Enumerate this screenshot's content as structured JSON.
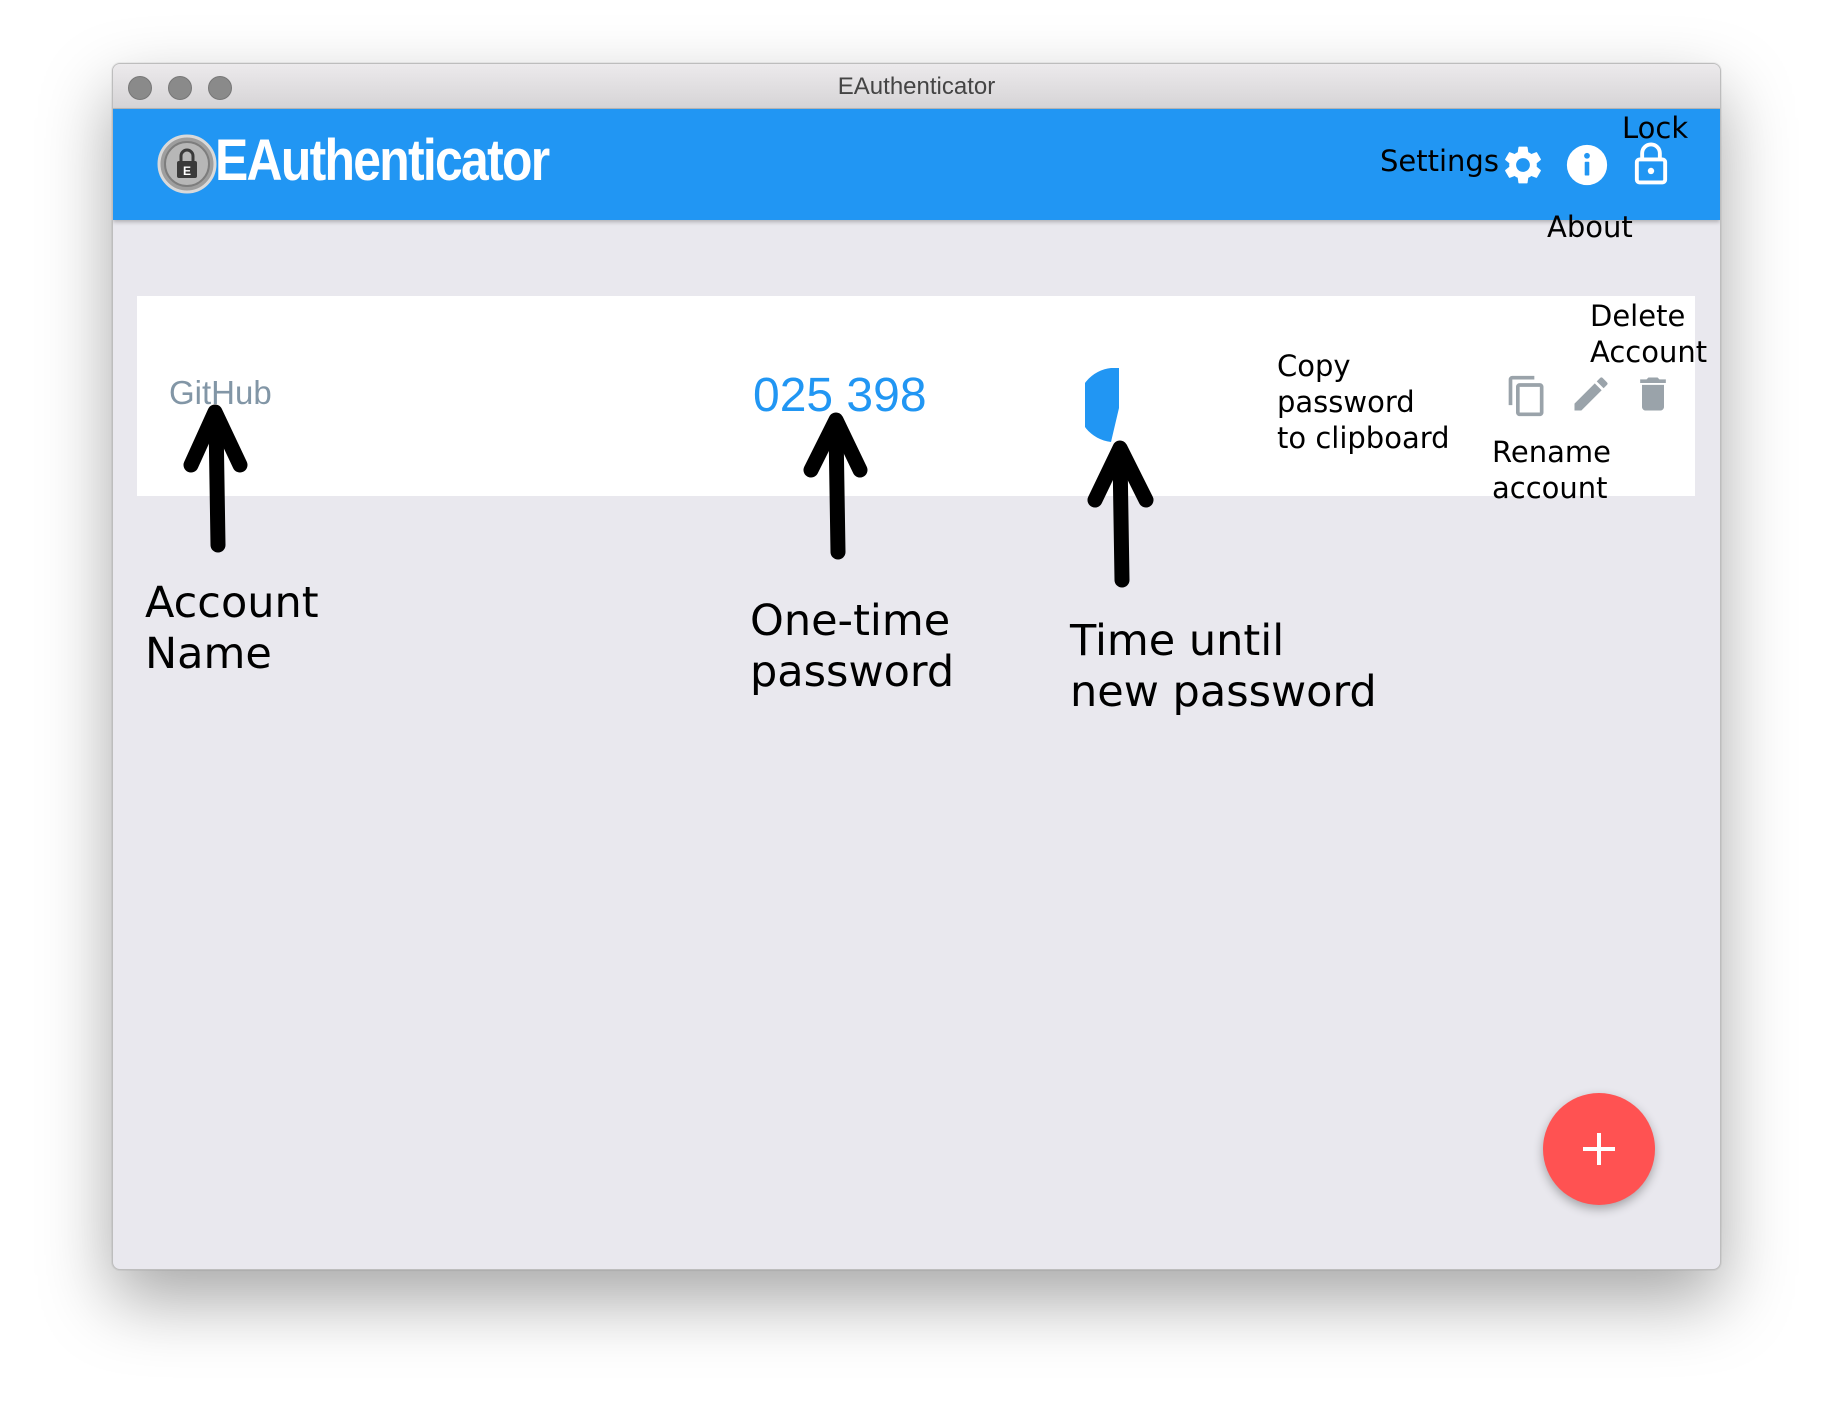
{
  "window": {
    "title": "EAuthenticator"
  },
  "header": {
    "brand": "EAuthenticator",
    "icons": {
      "logo": "lock-badge-icon",
      "settings": "gear-icon",
      "about": "info-icon",
      "lock": "lock-icon"
    },
    "accent": "#2196f3"
  },
  "account": {
    "name": "GitHub",
    "otp": "025 398",
    "timer_remaining_fraction": 0.5,
    "icons": {
      "copy": "copy-icon",
      "rename": "pencil-icon",
      "delete": "trash-icon"
    }
  },
  "fab": {
    "label": "+",
    "color": "#ff5252"
  },
  "annotations": {
    "settings": "Settings",
    "about": "About",
    "lock": "Lock",
    "account_name": [
      "Account",
      "Name"
    ],
    "otp": [
      "One-time",
      "password"
    ],
    "timer": [
      "Time until",
      "new password"
    ],
    "copy": [
      "Copy",
      "password",
      "to clipboard"
    ],
    "rename": [
      "Rename",
      "account"
    ],
    "delete": [
      "Delete",
      "Account"
    ]
  }
}
